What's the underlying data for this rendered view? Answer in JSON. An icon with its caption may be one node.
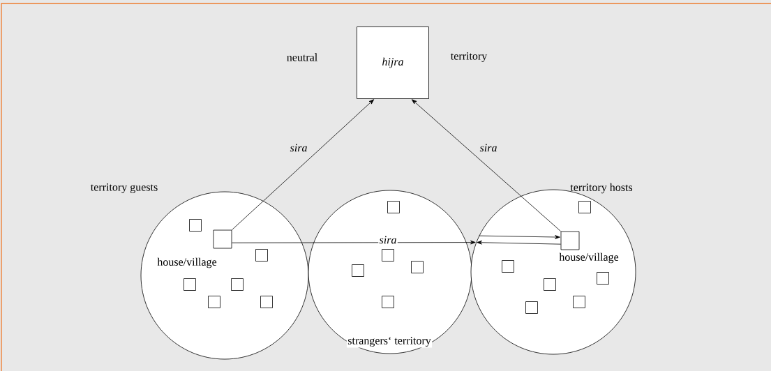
{
  "diagram": {
    "nodes": [
      {
        "text": [
          "hijra"
        ],
        "beside": [
          "neutral",
          "territory"
        ]
      },
      {
        "text": [],
        "shape": "circle",
        "beside": [
          "territory guests"
        ]
      },
      {
        "text": [],
        "shape": "box",
        "in": 1,
        "beside": [
          "house/village"
        ]
      },
      {
        "text": [],
        "shape": "box",
        "in": 1
      },
      {
        "text": [],
        "shape": "box",
        "in": 1
      },
      {
        "text": [],
        "shape": "box",
        "in": 1
      },
      {
        "text": [],
        "shape": "box",
        "in": 1
      },
      {
        "text": [],
        "shape": "box",
        "in": 1
      },
      {
        "text": [],
        "shape": "box",
        "in": 1
      },
      {
        "text": [],
        "shape": "circle",
        "beside": [
          "strangers‘ territory"
        ]
      },
      {
        "text": [],
        "shape": "box",
        "in": 9
      },
      {
        "text": [],
        "shape": "box",
        "in": 9
      },
      {
        "text": [],
        "shape": "box",
        "in": 9
      },
      {
        "text": [],
        "shape": "box",
        "in": 9
      },
      {
        "text": [],
        "shape": "box",
        "in": 9
      },
      {
        "text": [],
        "shape": "circle",
        "beside": [
          "territory hosts"
        ]
      },
      {
        "text": [],
        "shape": "box",
        "in": 15,
        "beside": [
          "house/village"
        ]
      },
      {
        "text": [],
        "shape": "box",
        "in": 15
      },
      {
        "text": [],
        "shape": "box",
        "in": 15
      },
      {
        "text": [],
        "shape": "box",
        "in": 15
      },
      {
        "text": [],
        "shape": "box",
        "in": 15
      },
      {
        "text": [],
        "shape": "box",
        "in": 15
      },
      {
        "text": [],
        "shape": "box",
        "in": 15
      }
    ],
    "edges": [
      {
        "from": 2,
        "to": 0,
        "arrow": "to",
        "label": "sira"
      },
      {
        "from": 16,
        "to": 0,
        "arrow": "to",
        "label": "sira"
      },
      {
        "from": 2,
        "to": 15,
        "arrow": "to",
        "label": "sira"
      },
      {
        "from": 15,
        "to": 16,
        "arrow": "to"
      },
      {
        "from": 16,
        "to": 15,
        "arrow": "to"
      }
    ]
  }
}
